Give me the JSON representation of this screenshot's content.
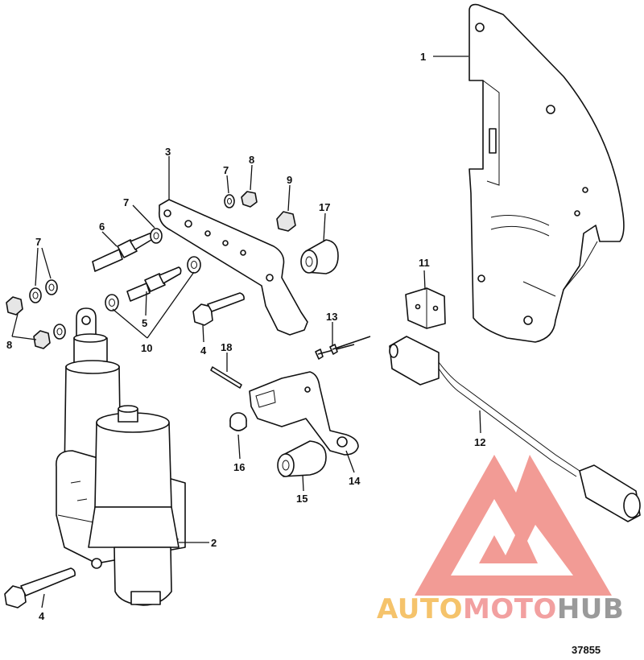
{
  "diagram": {
    "figure_number": "37855",
    "callouts": [
      "1",
      "2",
      "3",
      "4",
      "4",
      "5",
      "6",
      "7",
      "7",
      "7",
      "8",
      "8",
      "9",
      "10",
      "11",
      "12",
      "13",
      "14",
      "15",
      "16",
      "17",
      "18"
    ]
  },
  "watermark": {
    "text_part1": "AUTO",
    "text_part2": "MOTO",
    "text_part3": "HUB",
    "colors": {
      "logo": "#f08a82",
      "auto": "#f5c36b",
      "moto": "#f2a0a0",
      "hub": "#9a9a9a"
    }
  }
}
